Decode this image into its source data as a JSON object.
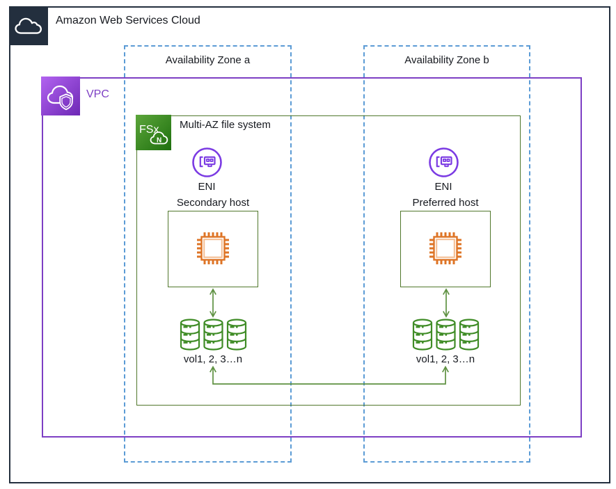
{
  "diagram": {
    "title": "Amazon Web Services Cloud",
    "vpc_label": "VPC",
    "file_system_label": "Multi-AZ file system",
    "fsx_icon_text": "FSx",
    "fsx_icon_cloud_letter": "N"
  },
  "zones": [
    {
      "label": "Availability Zone a"
    },
    {
      "label": "Availability Zone b"
    }
  ],
  "columns": {
    "left": {
      "eni_label": "ENI",
      "host_label": "Secondary host",
      "volumes_label": "vol1, 2, 3…n"
    },
    "right": {
      "eni_label": "ENI",
      "host_label": "Preferred host",
      "volumes_label": "vol1, 2, 3…n"
    }
  },
  "colors": {
    "aws_dark": "#232F3E",
    "vpc_purple": "#7D3FC4",
    "eni_purple": "#7B3BE3",
    "az_dashed_blue": "#5B9BD5",
    "group_green": "#50772B",
    "volume_green": "#3F8C26",
    "arrow_green": "#5E9141",
    "chip_orange": "#DE7426",
    "fsx_gradient": [
      "#5CA63B",
      "#1E6F0E"
    ],
    "vpc_icon_gradient": [
      "#B263F0",
      "#6D28B5"
    ]
  }
}
